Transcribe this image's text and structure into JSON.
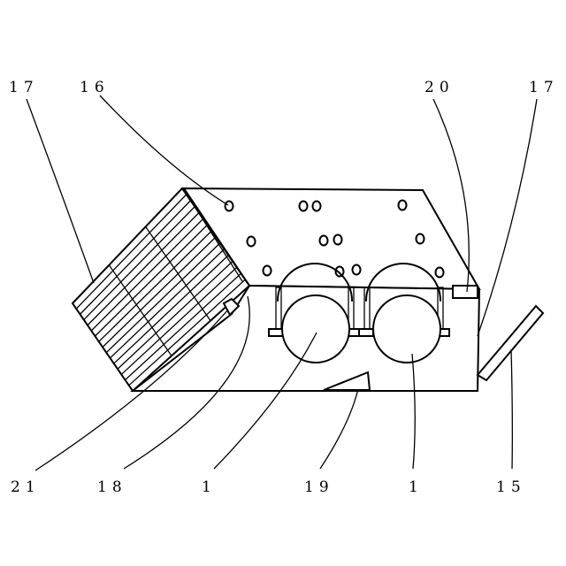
{
  "labels": {
    "l17_left": "17",
    "l16": "16",
    "l20": "20",
    "l17_right": "17",
    "l21": "21",
    "l18": "18",
    "l1_left": "1",
    "l19": "19",
    "l1_right": "1",
    "l15": "15"
  }
}
